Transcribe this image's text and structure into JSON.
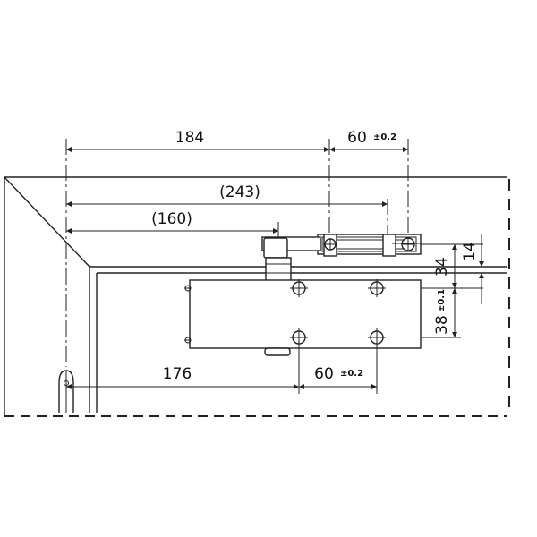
{
  "dimensions": {
    "d184": "184",
    "d60_top": "60",
    "d60_top_tol": "±0.2",
    "d243": "(243)",
    "d160": "(160)",
    "d176": "176",
    "d60_bottom": "60",
    "d60_bottom_tol": "±0.2",
    "d34": "34",
    "d14": "14",
    "d38": "38",
    "d38_tol": "±0.1"
  }
}
